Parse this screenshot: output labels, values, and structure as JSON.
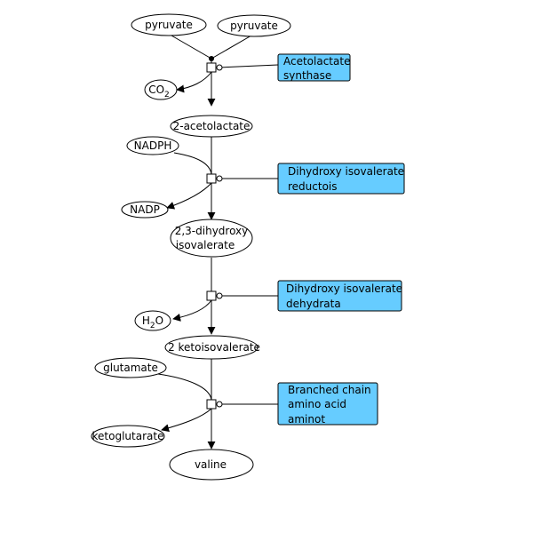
{
  "metabolites": {
    "pyruvate_1": "pyruvate",
    "pyruvate_2": "pyruvate",
    "co2": "CO",
    "co2_sub": "2",
    "acetolactate": "2-acetolactate",
    "nadph": "NADPH",
    "nadp": "NADP",
    "dihydroxy_line1": "2,3-dihydroxy",
    "dihydroxy_line2": "isovalerate",
    "h2o_h": "H",
    "h2o_sub": "2",
    "h2o_o": "O",
    "ketoisovalerate": "2 ketoisovalerate",
    "glutamate": "glutamate",
    "ketoglutarate": "ketoglutarate",
    "valine": "valine"
  },
  "enzymes": {
    "e1": {
      "line1": "Acetolactate",
      "line2": "synthase"
    },
    "e2": {
      "line1": "Dihydroxy isovalerate",
      "line2": "reductois"
    },
    "e3": {
      "line1": "Dihydroxy isovalerate",
      "line2": "dehydrata"
    },
    "e4": {
      "line1": "Branched chain",
      "line2": "amino acid",
      "line3": "aminot"
    }
  },
  "colors": {
    "enzyme_fill": "#66ccff",
    "stroke": "#000000",
    "node_fill": "#ffffff"
  }
}
